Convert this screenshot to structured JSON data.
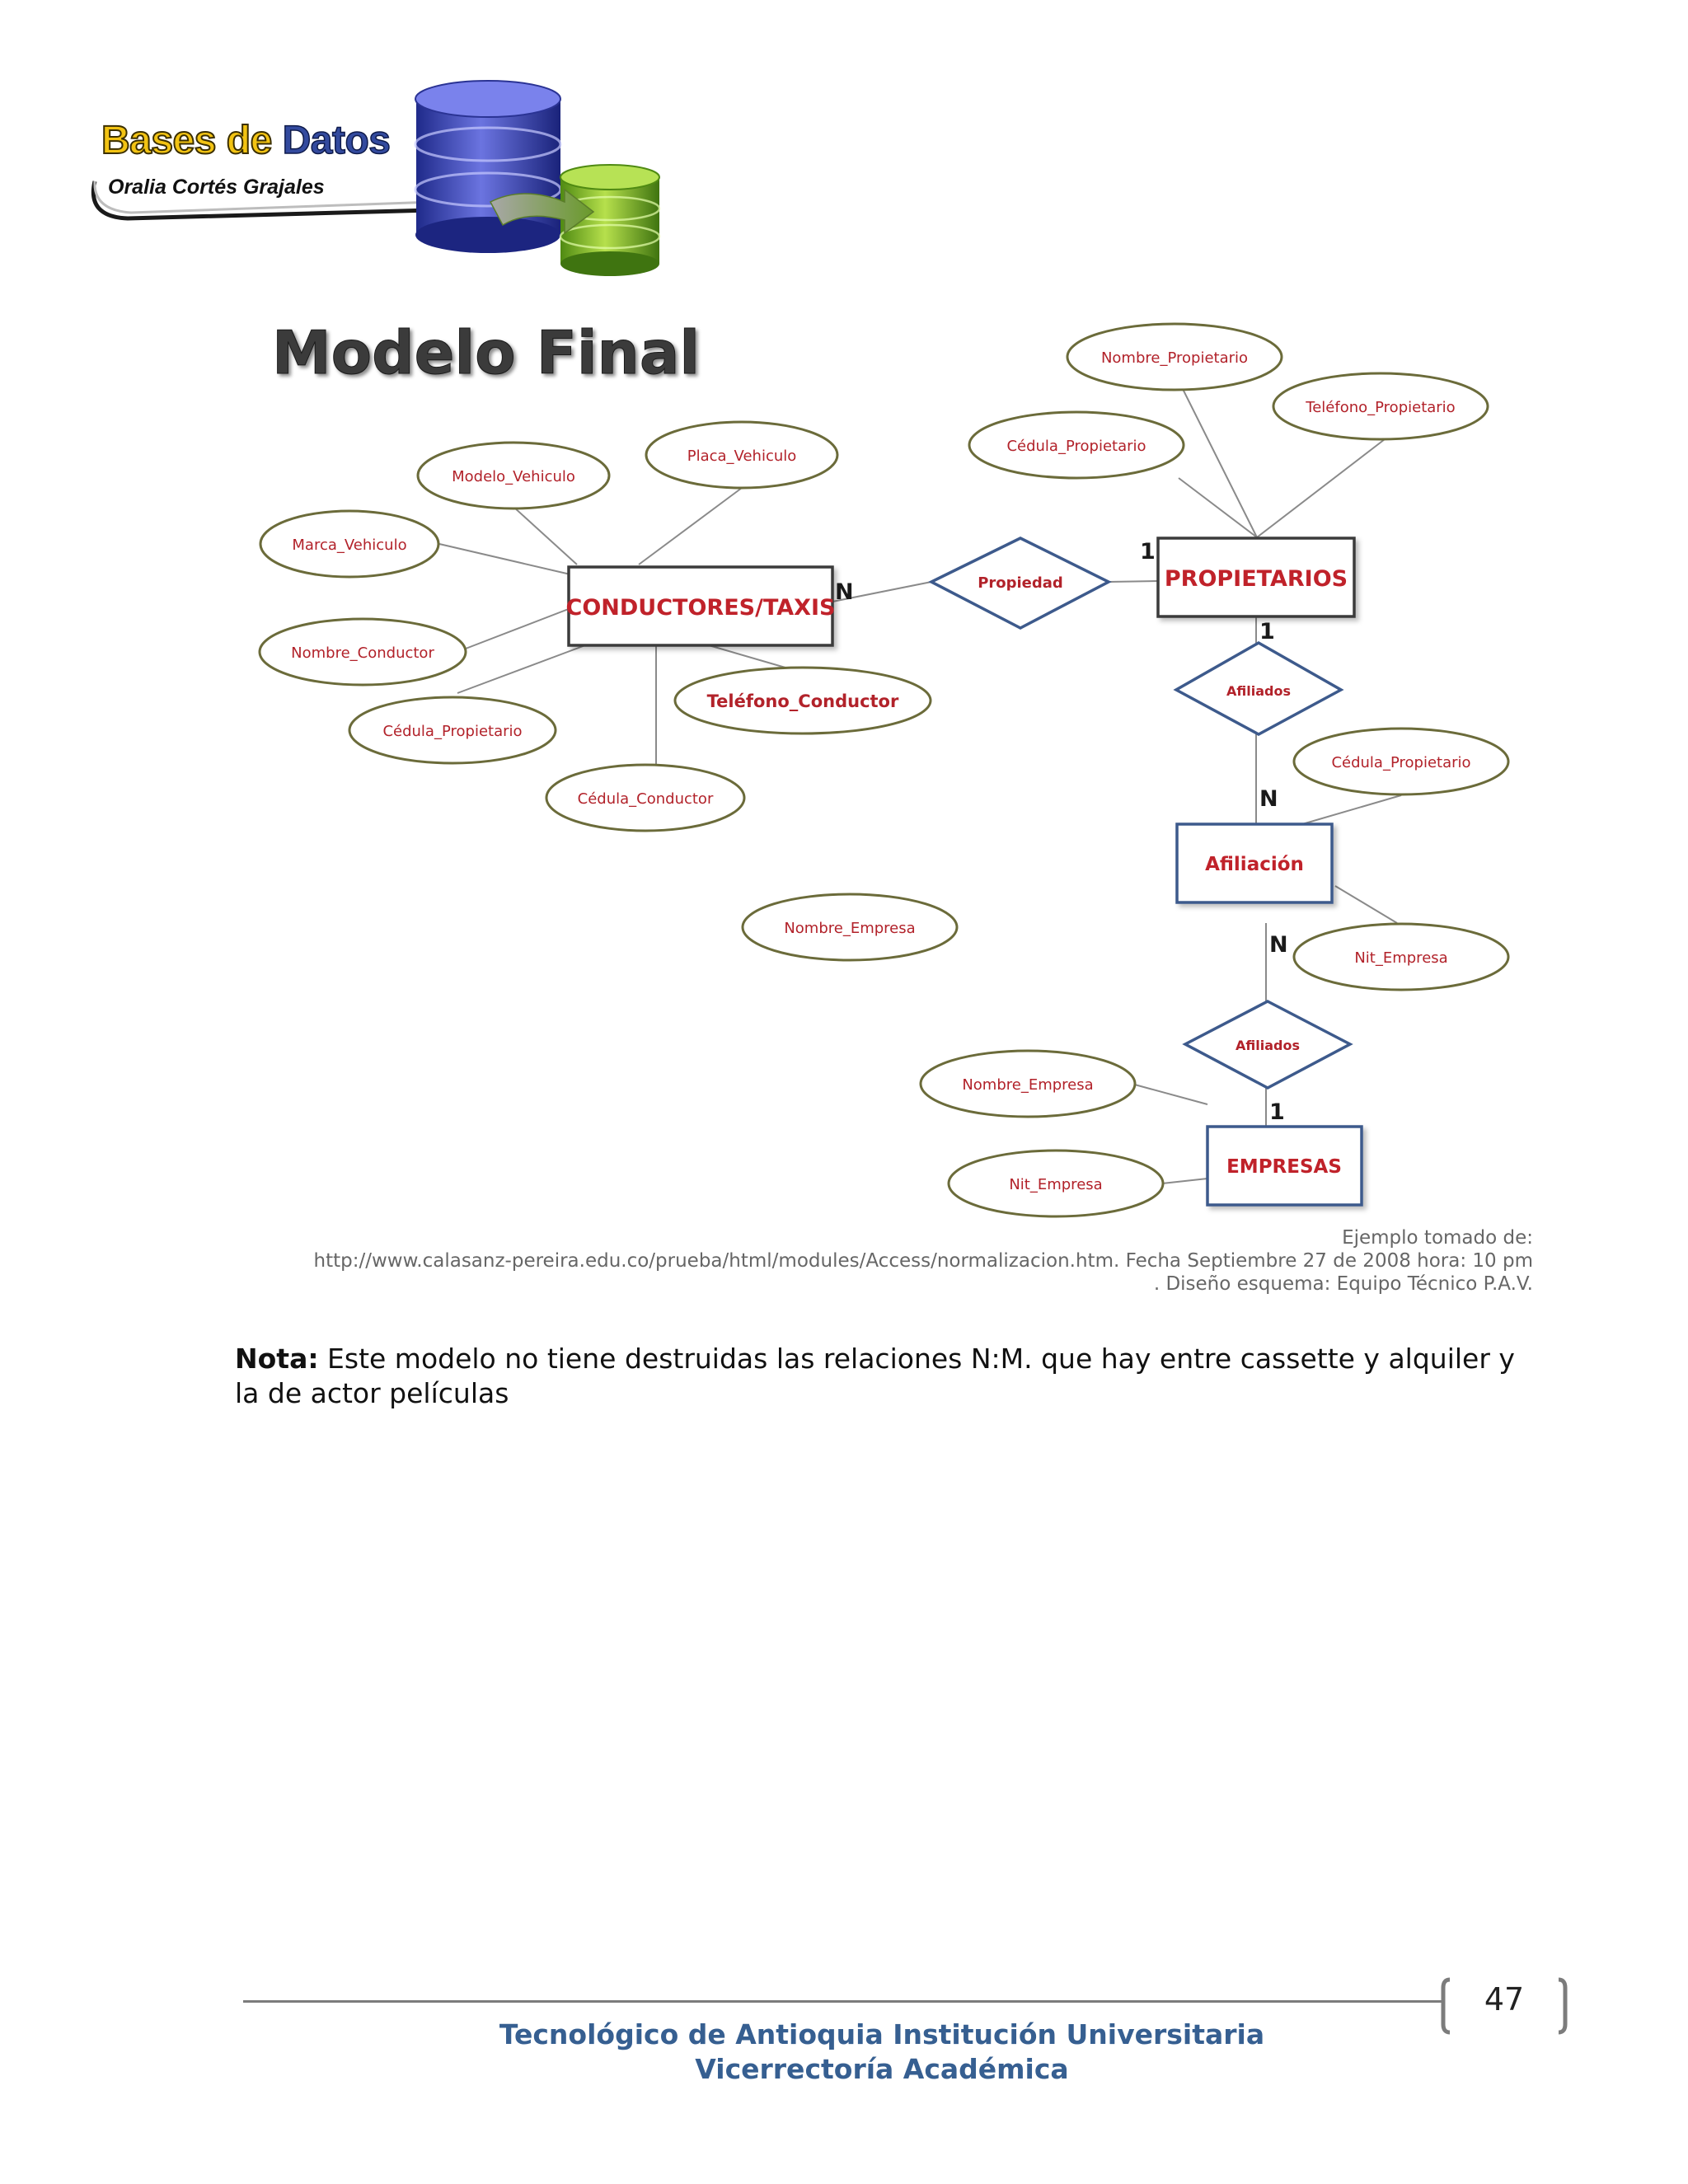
{
  "header": {
    "logo_title_1": "Bases de",
    "logo_title_2": "Datos",
    "logo_author": "Oralia Cortés Grajales"
  },
  "diagram": {
    "title": "Modelo Final",
    "entities": {
      "conductores": "CONDUCTORES/TAXIS",
      "propietarios": "PROPIETARIOS",
      "afiliacion": "Afiliación",
      "empresas": "EMPRESAS"
    },
    "relationships": {
      "propiedad": "Propiedad",
      "afiliados_1": "Afiliados",
      "afiliados_2": "Afiliados"
    },
    "attributes": {
      "modelo_vehiculo": "Modelo_Vehiculo",
      "placa_vehiculo": "Placa_Vehiculo",
      "marca_vehiculo": "Marca_Vehiculo",
      "nombre_conductor": "Nombre_Conductor",
      "cedula_propietario_cond": "Cédula_Propietario",
      "cedula_conductor": "Cédula_Conductor",
      "telefono_conductor": "Teléfono_Conductor",
      "nombre_propietario": "Nombre_Propietario",
      "telefono_propietario": "Teléfono_Propietario",
      "cedula_propietario_prop": "Cédula_Propietario",
      "cedula_propietario_afil": "Cédula_Propietario",
      "nit_empresa_afil": "Nit_Empresa",
      "nombre_empresa_floating": "Nombre_Empresa",
      "nombre_empresa": "Nombre_Empresa",
      "nit_empresa": "Nit_Empresa"
    },
    "cardinalities": {
      "cond_propiedad": "N",
      "prop_propiedad": "1",
      "prop_afiliados": "1",
      "afil_afiliados_top": "N",
      "afil_afiliados_bottom": "N",
      "emp_afiliados": "1"
    }
  },
  "caption": {
    "line1": "Ejemplo tomado de:",
    "line2": "http://www.calasanz-pereira.edu.co/prueba/html/modules/Access/normalizacion.htm. Fecha Septiembre 27 de 2008 hora: 10 pm",
    "line3": ". Diseño esquema: Equipo Técnico P.A.V."
  },
  "note": {
    "label": "Nota:",
    "text": " Este modelo no tiene destruidas las relaciones N:M. que hay entre cassette y alquiler y la de actor películas"
  },
  "footer": {
    "page_number": "47",
    "institution": "Tecnológico de Antioquia Institución Universitaria",
    "department": "Vicerrectoría Académica"
  },
  "colors": {
    "entity_text": "#c0202a",
    "attribute_text": "#b2222a",
    "relationship_stroke": "#3d5a8c",
    "ellipse_stroke": "#6b6b3a",
    "footer_text": "#365f91"
  }
}
